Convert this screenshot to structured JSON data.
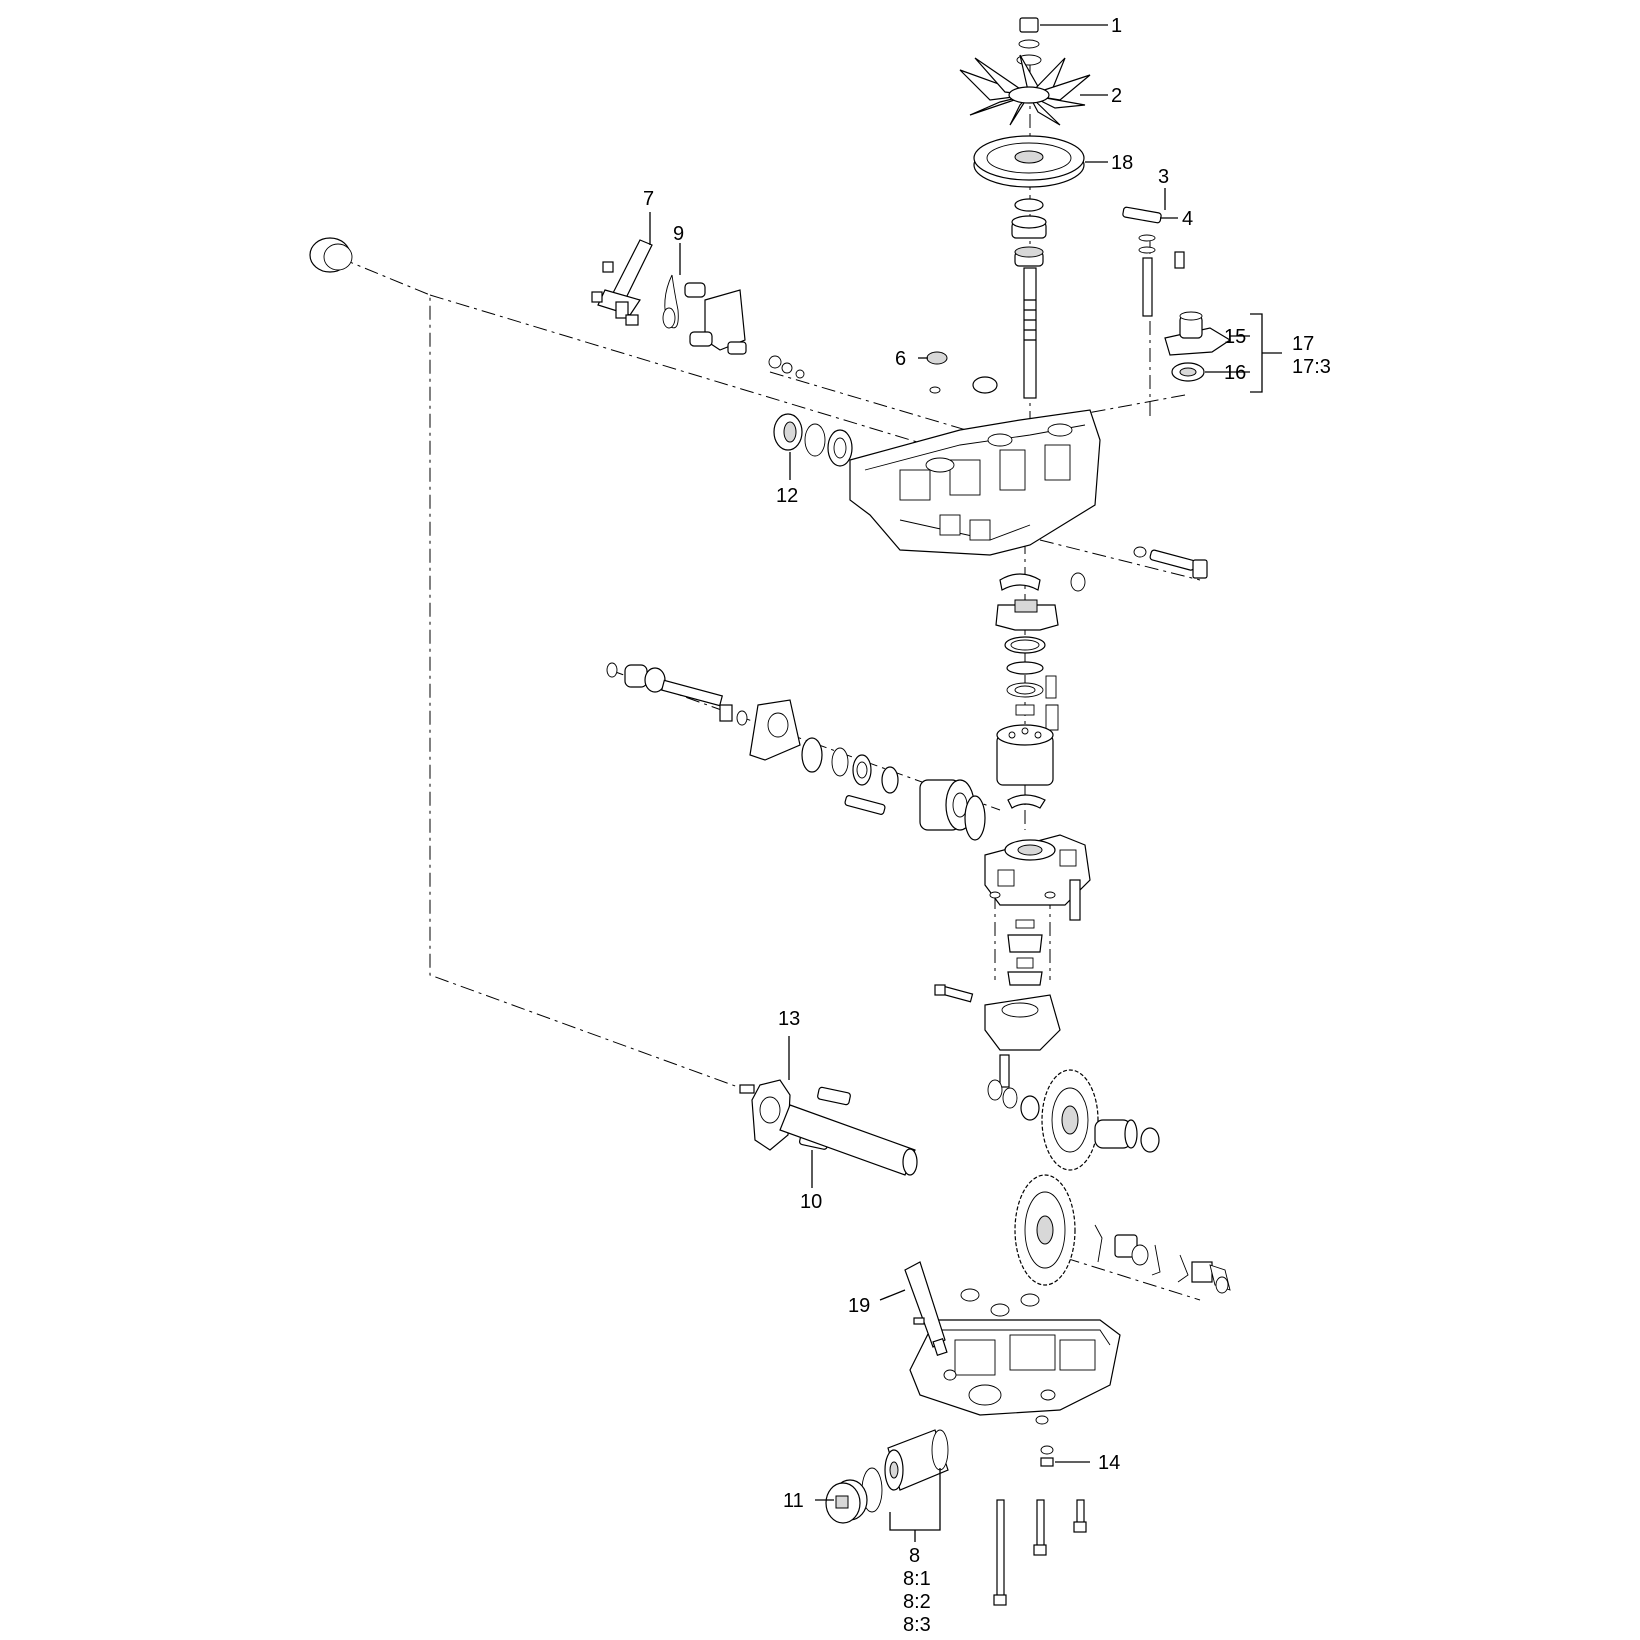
{
  "diagram": {
    "callouts": {
      "c1": "1",
      "c2": "2",
      "c3": "3",
      "c4": "4",
      "c6": "6",
      "c7": "7",
      "c8": "8",
      "c8_1": "8:1",
      "c8_2": "8:2",
      "c8_3": "8:3",
      "c9": "9",
      "c10": "10",
      "c11": "11",
      "c12": "12",
      "c13": "13",
      "c14": "14",
      "c15": "15",
      "c16": "16",
      "c17": "17",
      "c17_3": "17:3",
      "c18": "18",
      "c19": "19"
    }
  }
}
